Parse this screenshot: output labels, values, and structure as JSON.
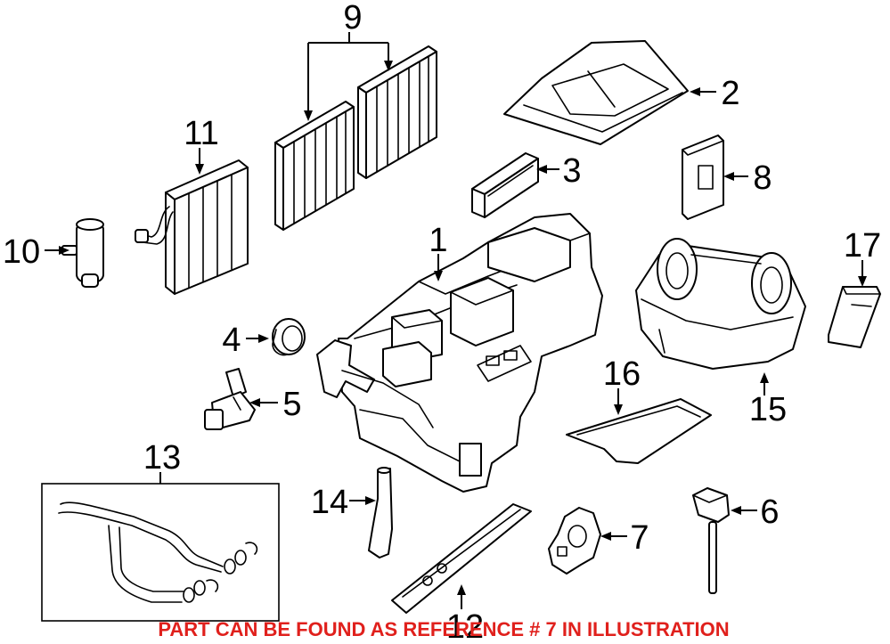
{
  "diagram": {
    "callouts": [
      {
        "id": "1",
        "label": "1"
      },
      {
        "id": "2",
        "label": "2"
      },
      {
        "id": "3",
        "label": "3"
      },
      {
        "id": "4",
        "label": "4"
      },
      {
        "id": "5",
        "label": "5"
      },
      {
        "id": "6",
        "label": "6"
      },
      {
        "id": "7",
        "label": "7"
      },
      {
        "id": "8",
        "label": "8"
      },
      {
        "id": "9",
        "label": "9"
      },
      {
        "id": "10",
        "label": "10"
      },
      {
        "id": "11",
        "label": "11"
      },
      {
        "id": "12",
        "label": "12"
      },
      {
        "id": "13",
        "label": "13"
      },
      {
        "id": "14",
        "label": "14"
      },
      {
        "id": "15",
        "label": "15"
      },
      {
        "id": "16",
        "label": "16"
      },
      {
        "id": "17",
        "label": "17"
      }
    ],
    "footer_note": "PART CAN BE FOUND AS REFERENCE # 7 IN ILLUSTRATION",
    "footer_color": "#e0201c"
  }
}
